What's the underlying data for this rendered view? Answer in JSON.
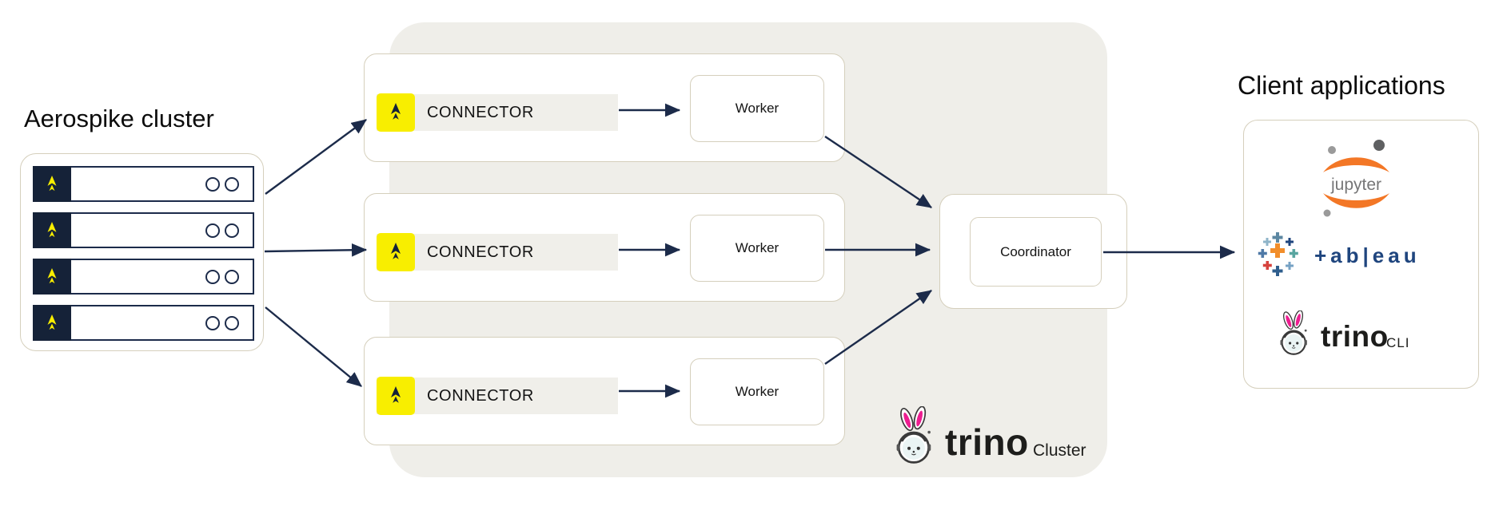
{
  "aerospike_panel": {
    "title": "Aerospike cluster",
    "server_count": 4
  },
  "trino_cluster": {
    "connector_rows": [
      {
        "connector_label": "CONNECTOR",
        "worker_label": "Worker"
      },
      {
        "connector_label": "CONNECTOR",
        "worker_label": "Worker"
      },
      {
        "connector_label": "CONNECTOR",
        "worker_label": "Worker"
      }
    ],
    "coordinator_label": "Coordinator",
    "brand": "trino",
    "brand_suffix": "Cluster"
  },
  "clients_panel": {
    "title": "Client applications",
    "jupyter_label": "jupyter",
    "tableau_wordmark": "+ab|eau",
    "trino_label": "trino",
    "trino_suffix": "CLI"
  },
  "colors": {
    "arrow_navy": "#1c2b4a",
    "server_navy": "#152238",
    "aerospike_yellow": "#f8ee00",
    "cluster_background": "#efeee9",
    "panel_border": "#d5cfbc",
    "jupyter_orange": "#f37726",
    "jupyter_gray": "#767677",
    "tableau_navy": "#1f457e",
    "trino_pink": "#ed1d90"
  }
}
